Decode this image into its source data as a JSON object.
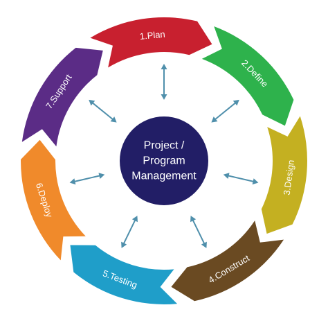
{
  "diagram": {
    "center": {
      "lines": [
        "Project /",
        "Program",
        "Management"
      ],
      "color": "#221e66"
    },
    "phases": [
      {
        "label": "1.Plan",
        "color": "#c8202f"
      },
      {
        "label": "2.Define",
        "color": "#2eb24c"
      },
      {
        "label": "3.Design",
        "color": "#c4b021"
      },
      {
        "label": "4.Construct",
        "color": "#6a4a22"
      },
      {
        "label": "5.Testing",
        "color": "#1f9ec9"
      },
      {
        "label": "6.Deploy",
        "color": "#f08a2b"
      },
      {
        "label": "7.Support",
        "color": "#5b2c86"
      }
    ],
    "arrow_color": "#4f8fab"
  }
}
